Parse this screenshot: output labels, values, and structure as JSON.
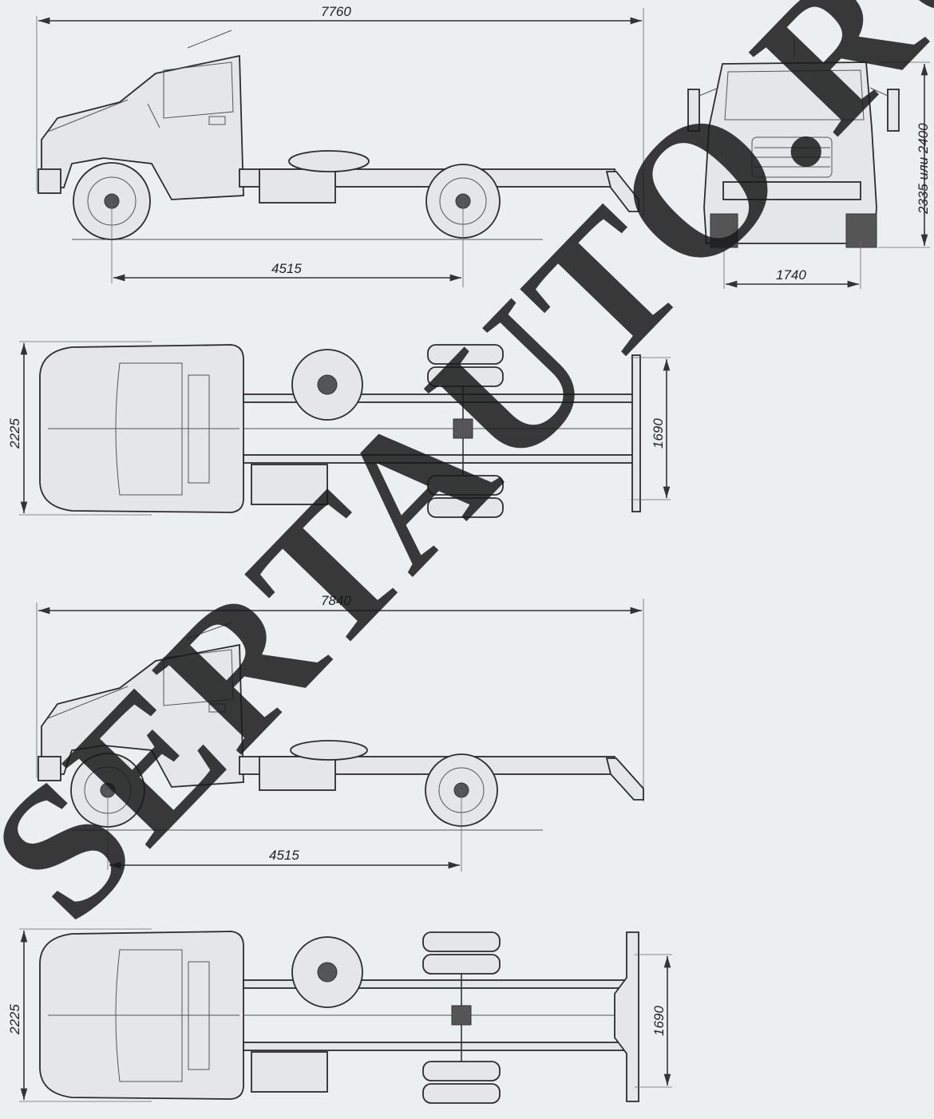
{
  "watermark": "SERTAUTO.RU",
  "views": {
    "side_top": {
      "overall_length": "7760",
      "wheelbase": "4515"
    },
    "front": {
      "height": "2335 или 2400",
      "track": "1740"
    },
    "plan_top": {
      "width": "2225",
      "rear_track": "1690"
    },
    "side_bottom": {
      "overall_length": "7840",
      "wheelbase": "4515"
    },
    "plan_bottom": {
      "width": "2225",
      "rear_track": "1690"
    }
  },
  "colors": {
    "background": "#eceff0",
    "line": "#2c2c2c",
    "watermark": "#1a1a1a"
  }
}
